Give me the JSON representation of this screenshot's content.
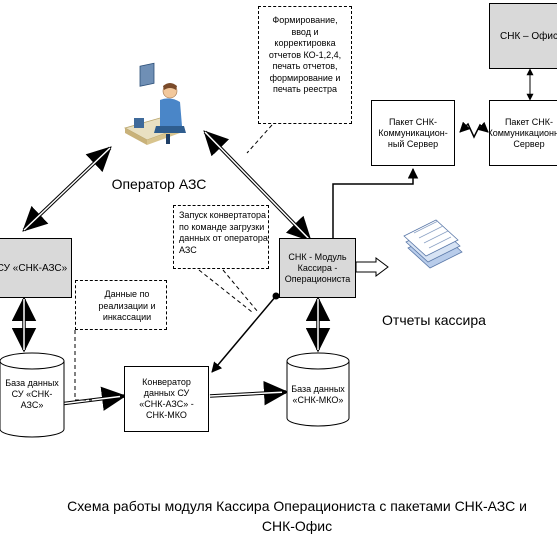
{
  "boxes": {
    "office": "СНК – Офис",
    "packet_office": "Пакет СНК-\nКоммуникационный Сервер",
    "packet_azs": "Пакет СНК-\nКоммуникацион-\nный Сервер",
    "su_azs": "СУ «СНК-АЗС»",
    "module": "СНК - Модуль\nКассира -\nОперациониста",
    "converter": "Конвератор\nданных СУ\n«СНК-АЗС» -\nСНК-МКО"
  },
  "databases": {
    "db_azs": "База данных\nСУ «СНК-\nАЗС»",
    "db_mko": "База данных\n«СНК-МКО»"
  },
  "notes": {
    "forming": "Формирование,\nввод и\nкорректировка\nотчетов КО-1,2,4,\nпечать отчетов,\nформирование и\nпечать реестра",
    "launch": "Запуск конвертатора\nпо команде загрузки\nданных от оператора\nАЗС",
    "sales": "Данные по\nреализации и\nинкассации"
  },
  "labels": {
    "operator": "Оператор АЗС",
    "reports": "Отчеты кассира",
    "caption": "Схема работы модуля Кассира Операциониста с пакетами СНК-АЗС и\nСНК-Офис"
  },
  "icons": {
    "operator": "operator-at-computer-icon",
    "documents": "documents-stack-icon"
  },
  "colors": {
    "gray_fill": "#d9d9d9",
    "line": "#000000"
  }
}
